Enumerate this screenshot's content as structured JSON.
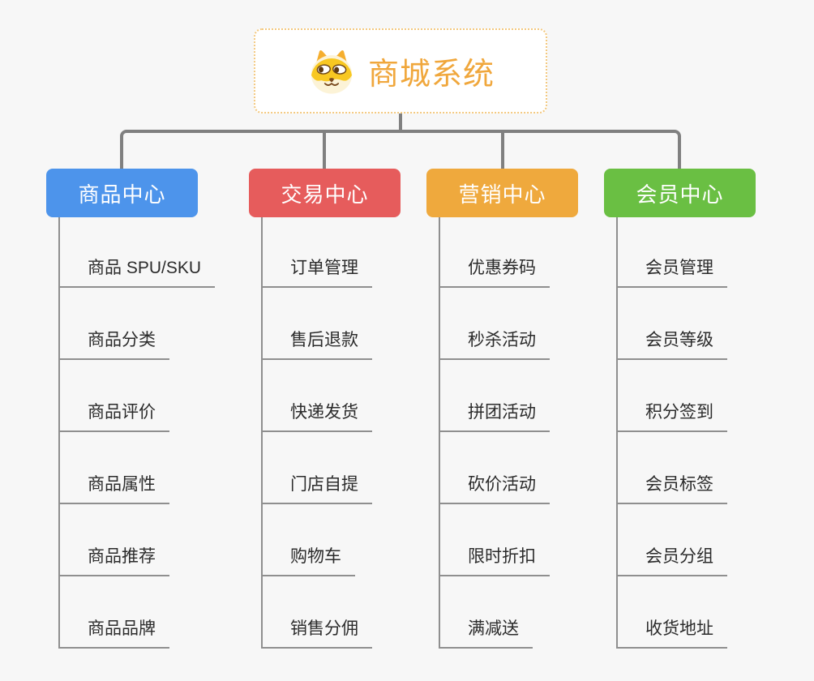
{
  "root": {
    "title": "商城系统",
    "icon": "dog-face-icon"
  },
  "colors": {
    "background": "#f7f7f7",
    "root_text": "#f0a73c",
    "root_border": "#f3c87e",
    "connector": "#808080",
    "underline": "#8f8f8f",
    "item_text": "#2b2b2b",
    "branch_product": "#4d94eb",
    "branch_trade": "#e65c5c",
    "branch_marketing": "#efa93d",
    "branch_member": "#6abf43"
  },
  "branches": [
    {
      "label": "商品中心",
      "color": "#4d94eb",
      "items": [
        "商品 SPU/SKU",
        "商品分类",
        "商品评价",
        "商品属性",
        "商品推荐",
        "商品品牌"
      ]
    },
    {
      "label": "交易中心",
      "color": "#e65c5c",
      "items": [
        "订单管理",
        "售后退款",
        "快递发货",
        "门店自提",
        "购物车",
        "销售分佣"
      ]
    },
    {
      "label": "营销中心",
      "color": "#efa93d",
      "items": [
        "优惠券码",
        "秒杀活动",
        "拼团活动",
        "砍价活动",
        "限时折扣",
        "满减送"
      ]
    },
    {
      "label": "会员中心",
      "color": "#6abf43",
      "items": [
        "会员管理",
        "会员等级",
        "积分签到",
        "会员标签",
        "会员分组",
        "收货地址"
      ]
    }
  ]
}
